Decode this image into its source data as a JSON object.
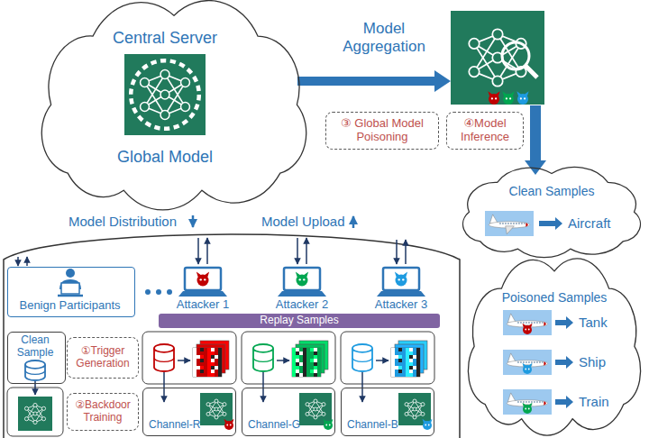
{
  "diagram": {
    "nodes": [
      {
        "text": [
          "Central Server",
          "Global Model"
        ]
      },
      {
        "text": [
          "③ Global Model Poisoning"
        ]
      },
      {
        "text": [
          "④Model Inference"
        ]
      },
      {
        "text": [
          "Clean Samples",
          "Aircraft"
        ]
      },
      {
        "text": [
          "Poisoned Samples",
          "Tank",
          "Ship",
          "Train"
        ]
      },
      {
        "text": [
          "Benign Participants"
        ]
      },
      {
        "text": [
          "Replay Samples"
        ]
      },
      {
        "text": [
          "Clean Sample"
        ]
      },
      {
        "text": [
          "①Trigger Generation"
        ]
      },
      {
        "text": [
          "②Backdoor Training"
        ]
      },
      {
        "text": [
          "Channel-R"
        ]
      },
      {
        "text": [
          "Channel-G"
        ]
      },
      {
        "text": [
          "Channel-B"
        ]
      }
    ],
    "labels": [
      "Model Aggregation",
      "Model Distribution",
      "Model Upload",
      "Attacker 1",
      "Attacker 2",
      "Attacker 3"
    ]
  }
}
